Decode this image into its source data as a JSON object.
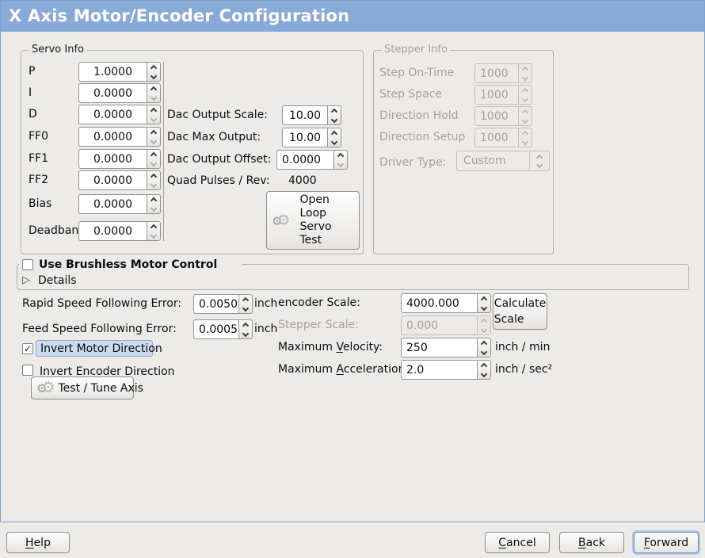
{
  "window": {
    "title": "X Axis Motor/Encoder Configuration"
  },
  "icons": {
    "gears": "⚙",
    "expander": "▷",
    "check": "✓"
  },
  "servo": {
    "frame_title": "Servo Info",
    "rows": [
      {
        "label": "P",
        "value": "1.0000"
      },
      {
        "label": "I",
        "value": "0.0000"
      },
      {
        "label": "D",
        "value": "0.0000"
      },
      {
        "label": "FF0",
        "value": "0.0000"
      },
      {
        "label": "FF1",
        "value": "0.0000"
      },
      {
        "label": "FF2",
        "value": "0.0000"
      },
      {
        "label": "Bias",
        "value": "0.0000"
      },
      {
        "label": "Deadband",
        "value": "0.0000"
      }
    ],
    "dac_scale": {
      "label": "Dac Output Scale:",
      "value": "10.00"
    },
    "dac_max": {
      "label": "Dac Max Output:",
      "value": "10.00"
    },
    "dac_offset": {
      "label": "Dac Output Offset:",
      "value": "0.0000"
    },
    "quad_pulses": {
      "label": "Quad Pulses / Rev:",
      "value": "4000"
    },
    "open_loop_button": {
      "line1": "Open",
      "line2": "Loop",
      "line3": "Servo",
      "line4": "Test"
    }
  },
  "stepper": {
    "frame_title": "Stepper Info",
    "rows": [
      {
        "label": "Step On-Time",
        "value": "1000"
      },
      {
        "label": "Step Space",
        "value": "1000"
      },
      {
        "label": "Direction Hold",
        "value": "1000"
      },
      {
        "label": "Direction Setup",
        "value": "1000"
      }
    ],
    "driver_type": {
      "label": "Driver Type:",
      "value": "Custom"
    }
  },
  "brushless": {
    "checkbox_label": "Use Brushless Motor Control",
    "details_label": "Details"
  },
  "errors": {
    "rapid": {
      "label": "Rapid Speed Following Error:",
      "value": "0.0050",
      "unit": "inch"
    },
    "feed": {
      "label": "Feed Speed Following Error:",
      "value": "0.0005",
      "unit": "inch"
    }
  },
  "scales": {
    "encoder": {
      "label": "encoder Scale:",
      "value": "4000.000"
    },
    "stepper": {
      "label": "Stepper Scale:",
      "value": "0.000"
    },
    "velocity": {
      "pre": "Maximum ",
      "mn": "V",
      "post": "elocity:",
      "value": "250",
      "unit": "inch / min"
    },
    "accel": {
      "pre": "Maximum ",
      "mn": "A",
      "post": "cceleration:",
      "value": "2.0",
      "unit": "inch / sec²"
    },
    "calculate_button": {
      "line1": "Calculate",
      "line2": "Scale"
    }
  },
  "options": {
    "invert_motor": {
      "label": "Invert Motor Direction"
    },
    "invert_encoder": {
      "label": "Invert Encoder Direction"
    },
    "test_button_label": "Test / Tune Axis"
  },
  "footer": {
    "help": {
      "mn": "H",
      "post": "elp"
    },
    "cancel": {
      "mn": "C",
      "post": "ancel"
    },
    "back": {
      "mn": "B",
      "post": "ack"
    },
    "forward": {
      "mn": "F",
      "post": "orward"
    }
  },
  "colors": {
    "titlebar": "#87aad8",
    "panel_border": "#7ba2d0",
    "focus_highlight": "#ccdbef"
  }
}
